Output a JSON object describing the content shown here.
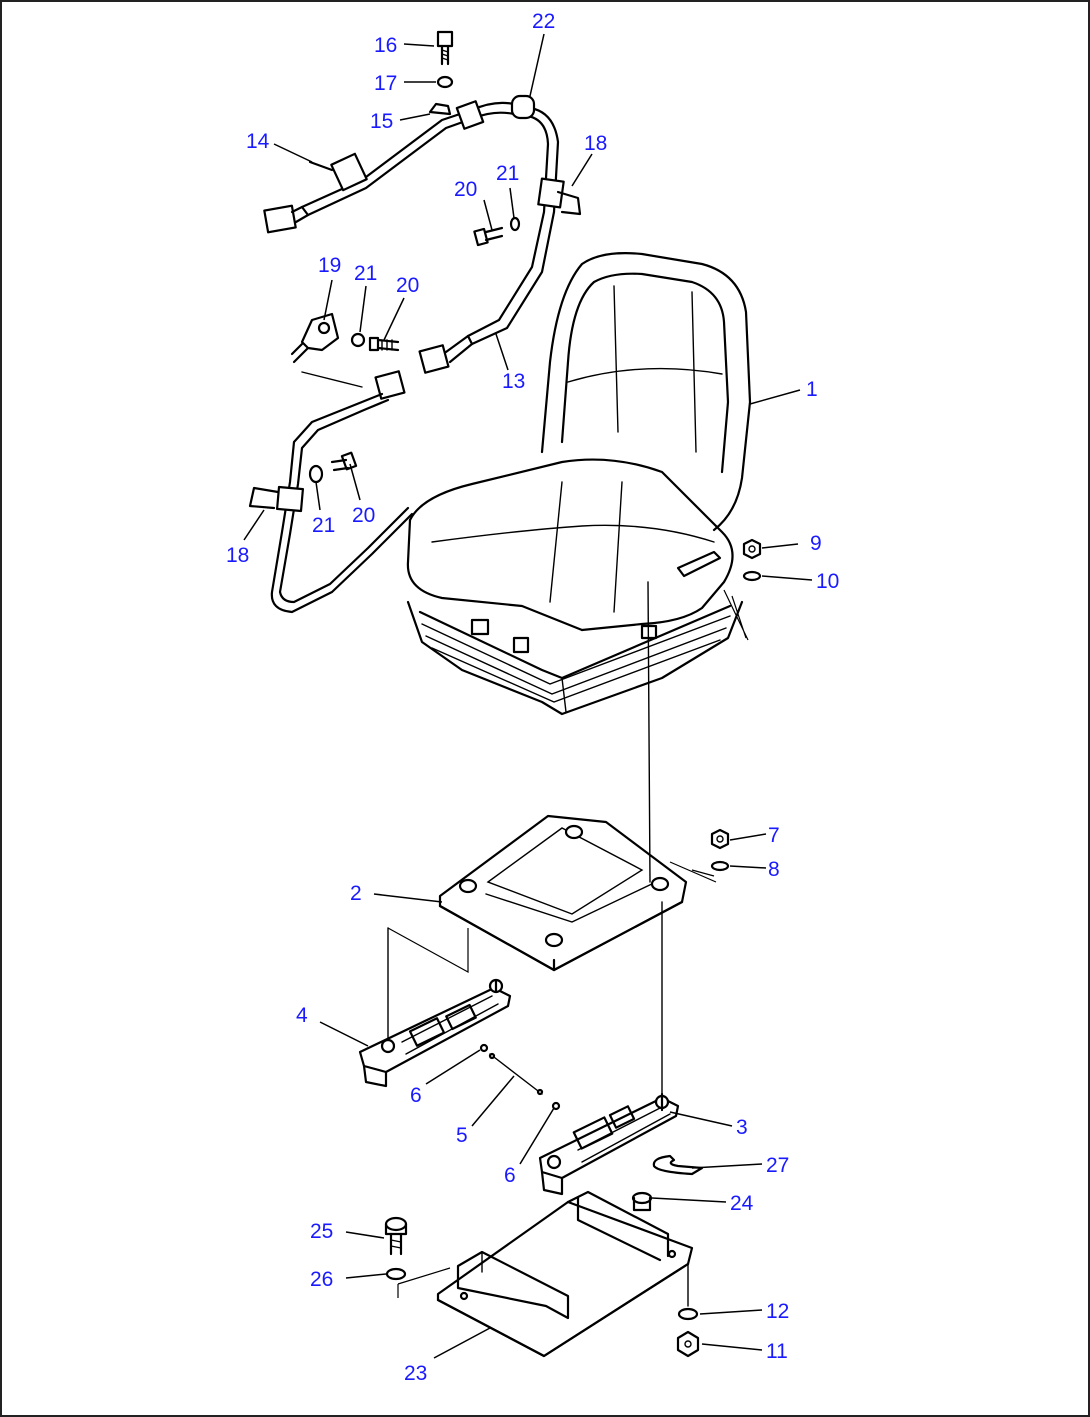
{
  "callouts": [
    {
      "id": "16",
      "label": "16"
    },
    {
      "id": "17",
      "label": "17"
    },
    {
      "id": "15",
      "label": "15"
    },
    {
      "id": "22",
      "label": "22"
    },
    {
      "id": "14",
      "label": "14"
    },
    {
      "id": "18a",
      "label": "18"
    },
    {
      "id": "20a",
      "label": "20"
    },
    {
      "id": "21a",
      "label": "21"
    },
    {
      "id": "19",
      "label": "19"
    },
    {
      "id": "21b",
      "label": "21"
    },
    {
      "id": "20b",
      "label": "20"
    },
    {
      "id": "13",
      "label": "13"
    },
    {
      "id": "1",
      "label": "1"
    },
    {
      "id": "21c",
      "label": "21"
    },
    {
      "id": "20c",
      "label": "20"
    },
    {
      "id": "18b",
      "label": "18"
    },
    {
      "id": "9",
      "label": "9"
    },
    {
      "id": "10",
      "label": "10"
    },
    {
      "id": "7",
      "label": "7"
    },
    {
      "id": "8",
      "label": "8"
    },
    {
      "id": "2",
      "label": "2"
    },
    {
      "id": "4",
      "label": "4"
    },
    {
      "id": "6a",
      "label": "6"
    },
    {
      "id": "5",
      "label": "5"
    },
    {
      "id": "3",
      "label": "3"
    },
    {
      "id": "27",
      "label": "27"
    },
    {
      "id": "6b",
      "label": "6"
    },
    {
      "id": "24",
      "label": "24"
    },
    {
      "id": "25",
      "label": "25"
    },
    {
      "id": "26",
      "label": "26"
    },
    {
      "id": "12",
      "label": "12"
    },
    {
      "id": "11",
      "label": "11"
    },
    {
      "id": "23",
      "label": "23"
    }
  ]
}
